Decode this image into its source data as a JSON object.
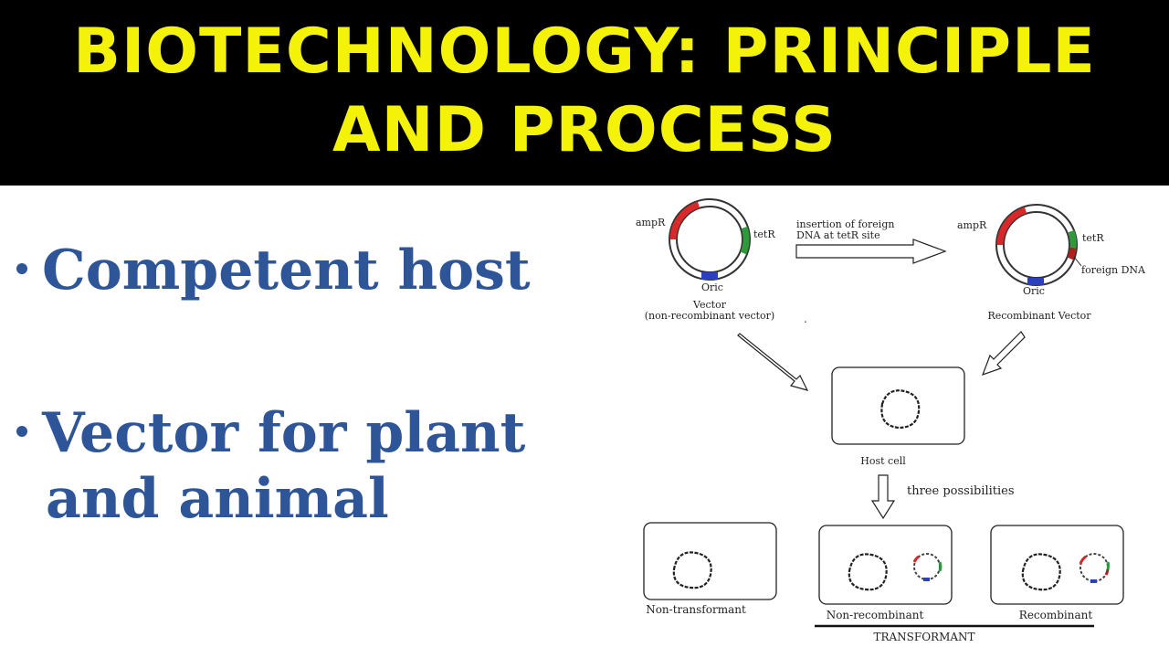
{
  "title": {
    "line1": "BIOTECHNOLOGY: PRINCIPLE",
    "line2": "AND PROCESS"
  },
  "bullets": [
    {
      "text": "Competent host"
    },
    {
      "line1": "Vector for plant",
      "line2": "and animal"
    }
  ],
  "diagram": {
    "vector": {
      "ampR": "ampR",
      "tetR": "tetR",
      "ori": "Oric",
      "caption1": "Vector",
      "caption2": "(non-recombinant vector)"
    },
    "insertion": {
      "line1": "insertion of foreign",
      "line2": "DNA at tetR site"
    },
    "recombinant": {
      "ampR": "ampR",
      "tetR": "tetR",
      "foreign": "foreign DNA",
      "ori": "Oric",
      "caption": "Recombinant Vector"
    },
    "host_cell": "Host cell",
    "possibilities": "three possibilities",
    "outcomes": {
      "non_transformant": "Non-transformant",
      "non_recombinant": "Non-recombinant",
      "recombinant": "Recombinant",
      "group": "TRANSFORMANT"
    },
    "colors": {
      "ampR": "#d8282a",
      "tetR": "#2f9a3c",
      "ori": "#2b3fc0",
      "foreign": "#b01e20"
    }
  }
}
